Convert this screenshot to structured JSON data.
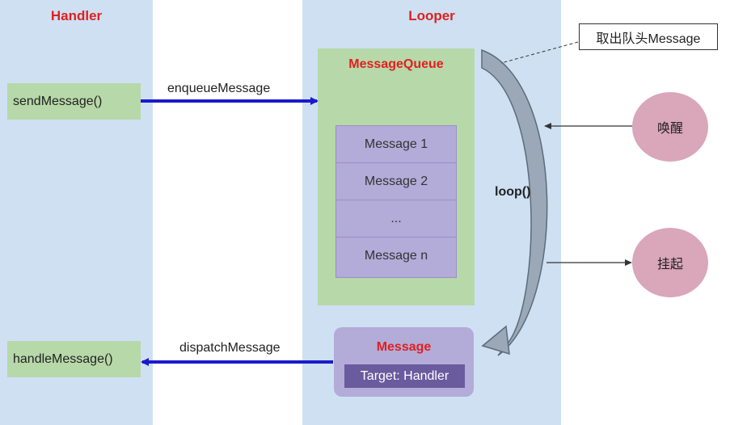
{
  "handler": {
    "title": "Handler",
    "send_label": "sendMessage()",
    "handle_label": "handleMessage()"
  },
  "looper": {
    "title": "Looper",
    "queue_title": "MessageQueue",
    "messages": [
      "Message 1",
      "Message 2",
      "...",
      "Message n"
    ],
    "loop_label": "loop()",
    "message_title": "Message",
    "message_target": "Target: Handler"
  },
  "arrows": {
    "enqueue_label": "enqueueMessage",
    "dispatch_label": "dispatchMessage"
  },
  "callout": {
    "text": "取出队头Message"
  },
  "states": {
    "wake": "唤醒",
    "suspend": "挂起"
  },
  "colors": {
    "column_blue": "#cfe0f3",
    "queue_green": "#b7d8a8",
    "message_purple": "#b3abd8",
    "target_purple": "#6a5a9e",
    "arrow_blue": "#1a1acc",
    "title_red": "#e02020",
    "circle_pink": "#d9a6ba"
  }
}
